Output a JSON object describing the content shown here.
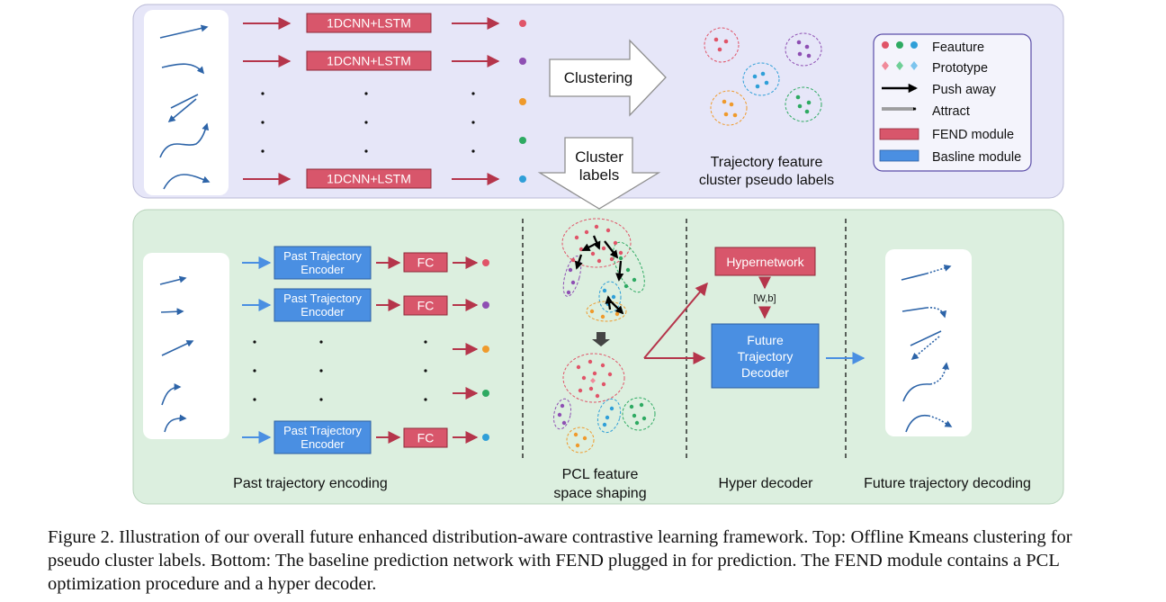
{
  "top_panel": {
    "encoder_label": "1DCNN+LSTM",
    "clustering_label": "Clustering",
    "cluster_labels_arrow": [
      "Cluster",
      "labels"
    ],
    "cluster_title": [
      "Trajectory feature",
      "cluster pseudo labels"
    ],
    "dots": [
      ":",
      ":",
      ":"
    ]
  },
  "legend": {
    "items": [
      "Feauture",
      "Prototype",
      "Push away",
      "Attract",
      "FEND module",
      "Basline module"
    ]
  },
  "bottom_panel": {
    "encoder_label": [
      "Past Trajectory",
      "Encoder"
    ],
    "fc_label": "FC",
    "hypernetwork_label": "Hypernetwork",
    "wb_label": "[W,b]",
    "decoder_label": [
      "Future",
      "Trajectory",
      "Decoder"
    ],
    "section_titles": {
      "past": "Past trajectory encoding",
      "pcl": [
        "PCL feature",
        "space shaping"
      ],
      "hyper": "Hyper decoder",
      "future": "Future trajectory decoding"
    }
  },
  "colors": {
    "top_bg": "#e6e6f8",
    "bottom_bg": "#dcefdf",
    "fend": "#d8566b",
    "baseline": "#4a8fe2",
    "feature_red": "#e05468",
    "feature_purple": "#8e4fb3",
    "feature_orange": "#ef9a2c",
    "feature_green": "#2eaa62",
    "feature_blue": "#2f9fd8"
  },
  "caption": [
    "Figure 2. Illustration of our overall future enhanced distribution-aware contrastive learning framework. Top: Offline Kmeans clustering for",
    "pseudo cluster labels. Bottom: The baseline prediction network with FEND plugged in for prediction. The FEND module contains a PCL",
    "optimization procedure and a hyper decoder."
  ]
}
